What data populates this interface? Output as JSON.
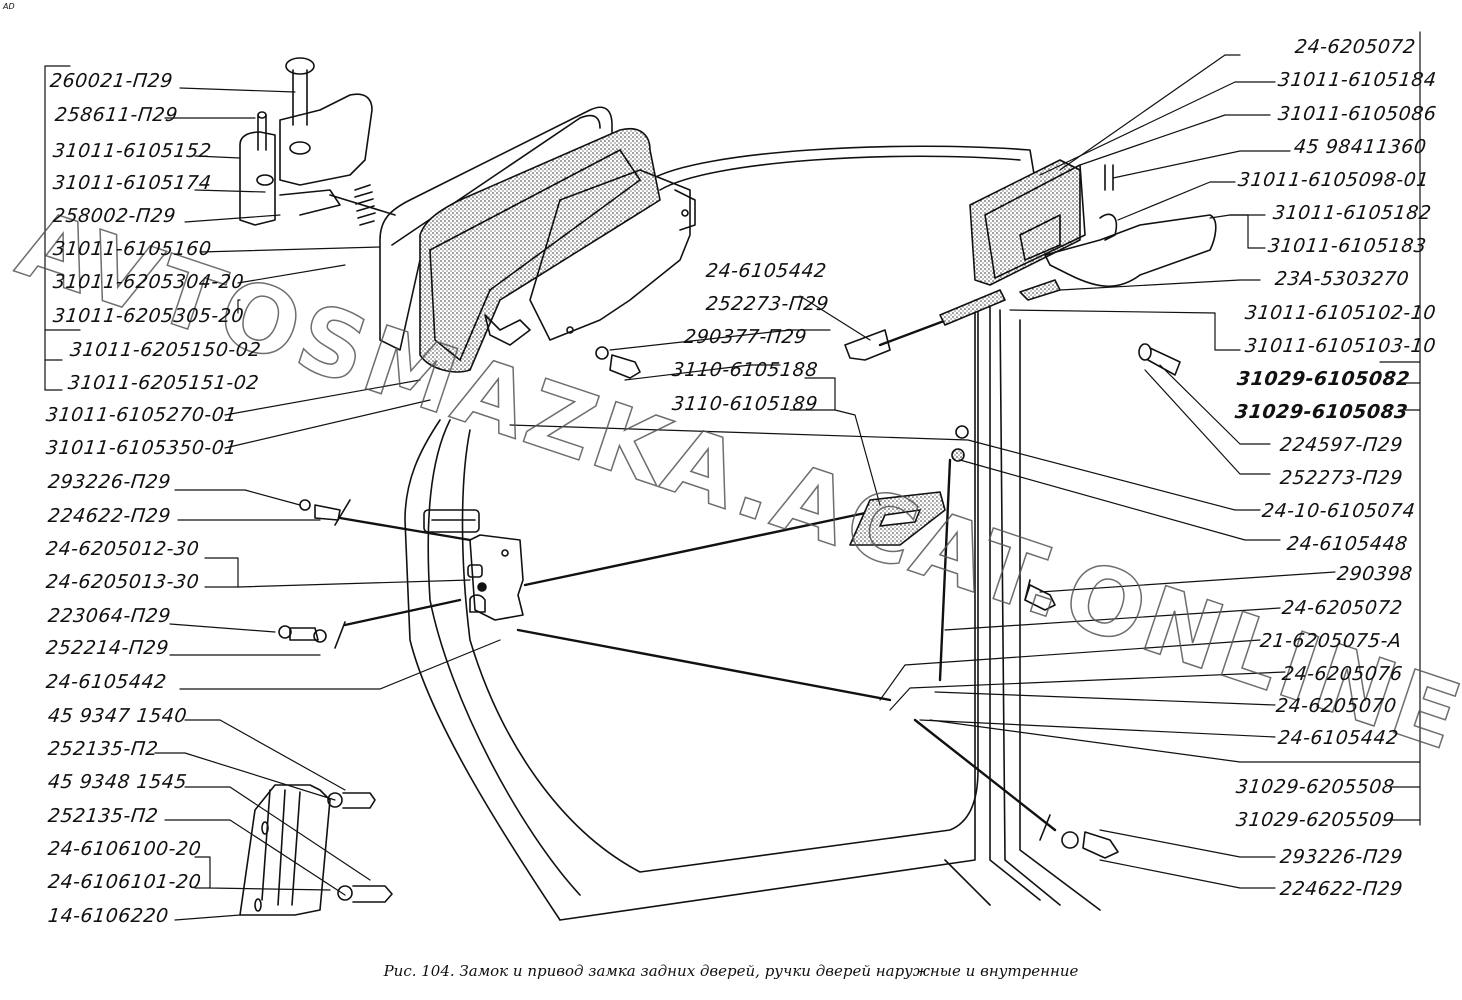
{
  "corner_mark": "AD",
  "caption": "Рис. 104. Замок и привод замка задних дверей, ручки дверей наружные и внутренние",
  "watermark": "AVTOSMAZKA.ACAT.ONLINE",
  "colors": {
    "ink": "#111111",
    "background": "#ffffff",
    "stipple": "#333333"
  },
  "labels_left": [
    "260021-П29",
    "258611-П29",
    "31011-6105152",
    "31011-6105174",
    "258002-П29",
    "31011-6105160",
    "31011-6205304-20",
    "31011-6205305-20",
    "31011-6205150-02",
    "31011-6205151-02",
    "31011-6105270-01",
    "31011-6105350-01",
    "293226-П29",
    "224622-П29",
    "24-6205012-30",
    "24-6205013-30",
    "223064-П29",
    "252214-П29",
    "24-6105442",
    "45 9347 1540",
    "252135-П2",
    "45 9348 1545",
    "252135-П2",
    "24-6106100-20",
    "24-6106101-20",
    "14-6106220"
  ],
  "labels_center": [
    "24-6105442",
    "252273-П29",
    "290377-П29",
    "3110-6105188",
    "3110-6105189"
  ],
  "labels_right": [
    "24-6205072",
    "31011-6105184",
    "31011-6105086",
    "45 98411360",
    "31011-6105098-01",
    "31011-6105182",
    "31011-6105183",
    "23А-5303270",
    "31011-6105102-10",
    "31011-6105103-10",
    "31029-6105082",
    "31029-6105083",
    "224597-П29",
    "252273-П29",
    "24-10-6105074",
    "24-6105448",
    "290398",
    "24-6205072",
    "21-6205075-А",
    "24-6205076",
    "24-6205070",
    "24-6105442",
    "31029-6205508",
    "31029-6205509",
    "293226-П29",
    "224622-П29"
  ]
}
